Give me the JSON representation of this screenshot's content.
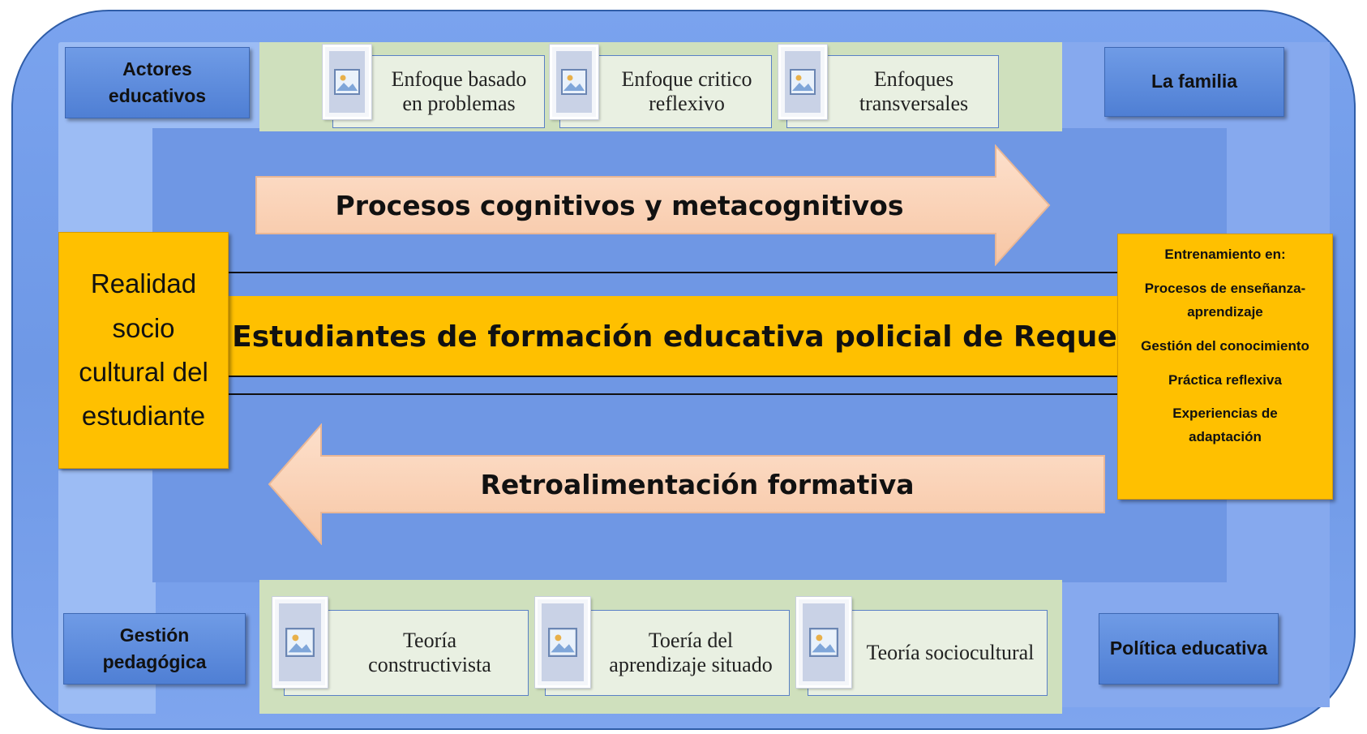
{
  "actors": {
    "top_left": "Actores\neducativos",
    "top_right": "La familia",
    "bottom_left": "Gestión\npedagógica",
    "bottom_right": "Política educativa"
  },
  "top_cards": [
    {
      "label": "Enfoque basado\nen problemas",
      "icon": "image-placeholder-icon"
    },
    {
      "label": "Enfoque critico\nreflexivo",
      "icon": "image-placeholder-icon"
    },
    {
      "label": "Enfoques\ntransversales",
      "icon": "image-placeholder-icon"
    }
  ],
  "bottom_cards": [
    {
      "label": "Teoría\nconstructivista",
      "icon": "image-placeholder-icon"
    },
    {
      "label": "Toería del\naprendizaje situado",
      "icon": "image-placeholder-icon"
    },
    {
      "label": "Teoría sociocultural",
      "icon": "image-placeholder-icon"
    }
  ],
  "arrows": {
    "forward": "Procesos cognitivos y metacognitivos",
    "backward": "Retroalimentación formativa"
  },
  "center_band": "Estudiantes  de formación educativa  policial de Reque",
  "left_box": "Realidad\nsocio\ncultural del\nestudiante",
  "right_box": {
    "heading": "Entrenamiento en:",
    "items": [
      "Procesos de enseñanza-\naprendizaje",
      "Gestión del conocimiento",
      "Práctica reflexiva",
      "Experiencias de\nadaptación"
    ]
  },
  "colors": {
    "frame_blue": "#6f97e4",
    "actor_blue": "#4f7fd4",
    "strip_green": "#cfe0bd",
    "arrow_fill": "#fbd4b8",
    "arrow_border": "#e9b796",
    "band_orange": "#ffc000"
  }
}
